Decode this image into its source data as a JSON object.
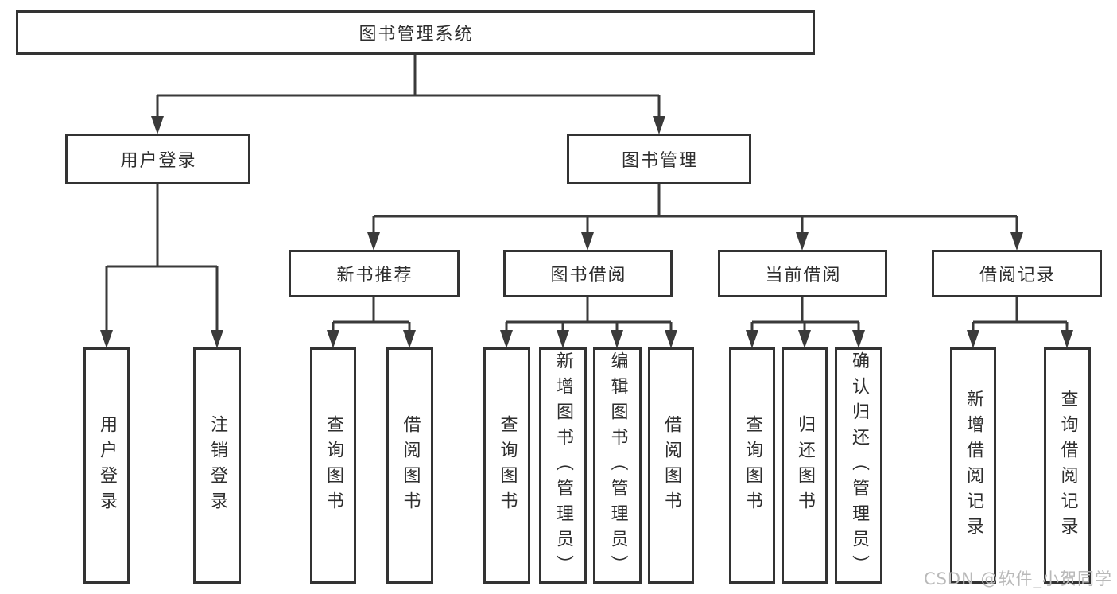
{
  "diagram": {
    "root": "图书管理系统",
    "login": {
      "label": "用户登录",
      "children": [
        "用户登录",
        "注销登录"
      ]
    },
    "management": {
      "label": "图书管理",
      "groups": [
        {
          "label": "新书推荐",
          "children": [
            "查询图书",
            "借阅图书"
          ]
        },
        {
          "label": "图书借阅",
          "children": [
            "查询图书",
            "新增图书（管理员）",
            "编辑图书（管理员）",
            "借阅图书"
          ]
        },
        {
          "label": "当前借阅",
          "children": [
            "查询图书",
            "归还图书",
            "确认归还（管理员）"
          ]
        },
        {
          "label": "借阅记录",
          "children": [
            "新增借阅记录",
            "查询借阅记录"
          ]
        }
      ]
    }
  },
  "colors": {
    "line": "#3a3a3a",
    "border": "#333333",
    "text": "#2e2e2e",
    "watermark": "#b9b9b9"
  },
  "watermark": "CSDN @软件_小贺同学"
}
